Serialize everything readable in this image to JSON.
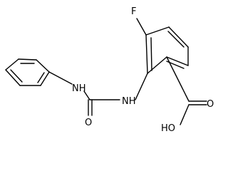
{
  "diagram": {
    "atom_labels": {
      "fluorine": "F",
      "urea_nh_left": "NH",
      "urea_oxygen": "O",
      "urea_nh_right": "NH",
      "acid_oxygen": "O",
      "acid_hydroxyl": "HO"
    }
  }
}
